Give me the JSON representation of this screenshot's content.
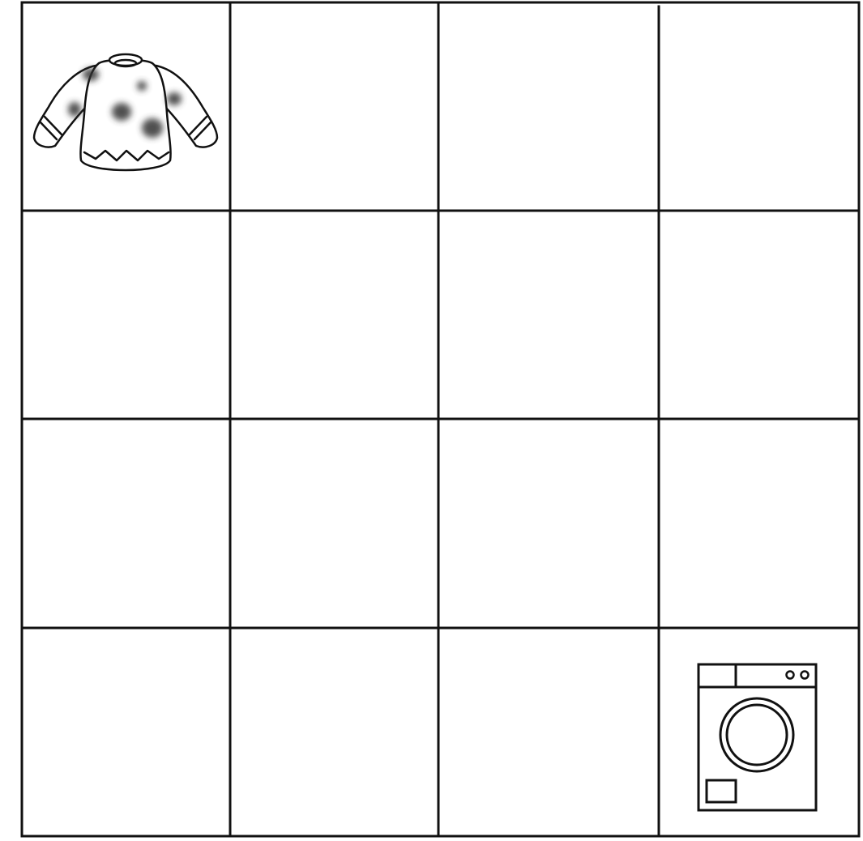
{
  "grid": {
    "rows": 4,
    "cols": 4,
    "line_color": "#111111",
    "background": "#ffffff"
  },
  "pieces": [
    {
      "name": "dirty-sweater-icon",
      "row": 1,
      "col": 1
    },
    {
      "name": "washing-machine-icon",
      "row": 4,
      "col": 4
    }
  ]
}
